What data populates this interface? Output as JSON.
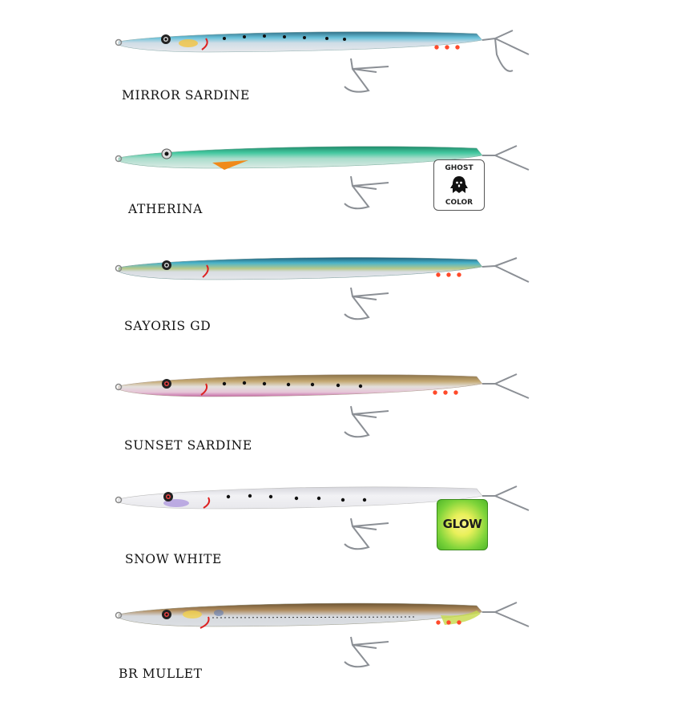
{
  "lures": [
    {
      "name": "MIRROR SARDINE",
      "back_color": "#5fb4cf",
      "belly_color": "#e4e7ec",
      "mid_color": "#cfdde6",
      "spots": true,
      "badge": null
    },
    {
      "name": "ATHERINA",
      "back_color": "#2fb48e",
      "belly_color": "#dcebe6",
      "mid_color": "#a9dccb",
      "spots": false,
      "badge": {
        "type": "ghost",
        "line1": "GHOST",
        "line2": "COLOR"
      }
    },
    {
      "name": "SAYORIS GD",
      "back_color": "#3a9fb8",
      "belly_color": "#e2e4e8",
      "mid_color": "#b7c98a",
      "spots": false,
      "badge": null
    },
    {
      "name": "SUNSET SARDINE",
      "back_color": "#b89a62",
      "belly_color": "#d9a3c8",
      "mid_color": "#e3e0dc",
      "spots": true,
      "badge": null
    },
    {
      "name": "SNOW WHITE",
      "back_color": "#e9e9ee",
      "belly_color": "#f5f5f7",
      "mid_color": "#efeff2",
      "spots": true,
      "badge": {
        "type": "glow",
        "label": "GLOW"
      }
    },
    {
      "name": "BR MULLET",
      "back_color": "#a58358",
      "belly_color": "#d6d9de",
      "mid_color": "#c9c2b2",
      "spots": false,
      "badge": null
    }
  ],
  "colors": {
    "hook": "#8b8f95",
    "dots": "#ff4a2a",
    "eye": "#1a1a1a"
  }
}
